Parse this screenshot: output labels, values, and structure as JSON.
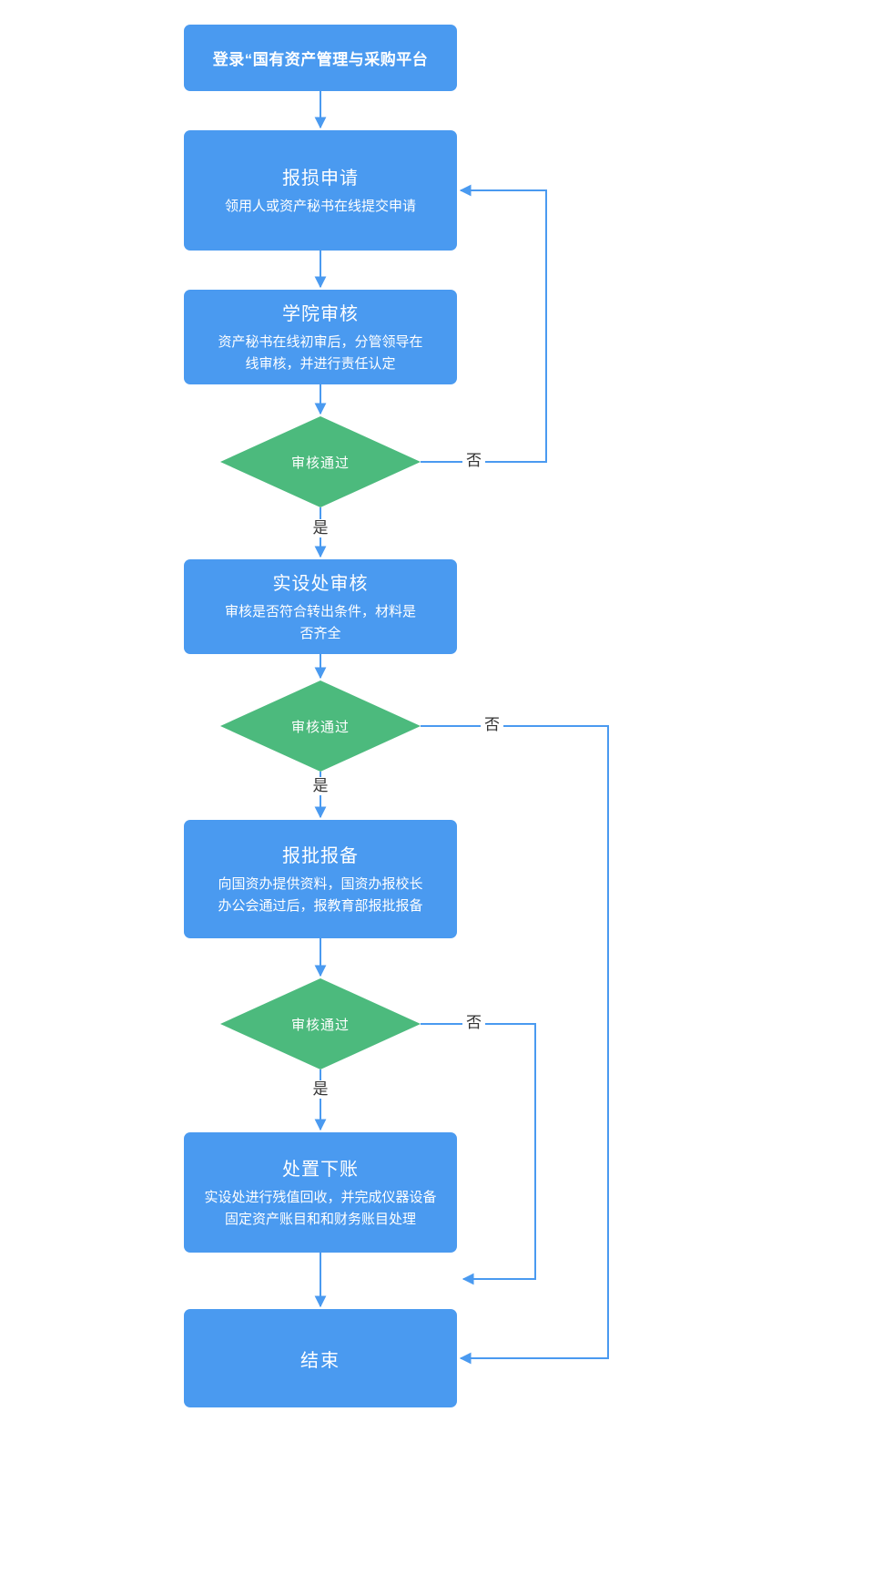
{
  "colors": {
    "process_fill": "#4a9af0",
    "decision_fill": "#4cba7d",
    "connector": "#4a9af0",
    "node_text": "#ffffff",
    "branch_label_text": "#333333",
    "background": "#ffffff"
  },
  "nodes": [
    {
      "id": "start",
      "type": "process",
      "title": "登录“国有资产管理与采购平台",
      "subtitle": ""
    },
    {
      "id": "damage-report",
      "type": "process",
      "title": "报损申请",
      "subtitle": "领用人或资产秘书在线提交申请"
    },
    {
      "id": "college-review",
      "type": "process",
      "title": "学院审核",
      "subtitle": "资产秘书在线初审后，分管领导在\n线审核，并进行责任认定"
    },
    {
      "id": "decision-1",
      "type": "decision",
      "title": "审核通过"
    },
    {
      "id": "office-review",
      "type": "process",
      "title": "实设处审核",
      "subtitle": "审核是否符合转出条件，材料是\n否齐全"
    },
    {
      "id": "decision-2",
      "type": "decision",
      "title": "审核通过"
    },
    {
      "id": "approval-filing",
      "type": "process",
      "title": "报批报备",
      "subtitle": "向国资办提供资料，国资办报校长\n办公会通过后，报教育部报批报备"
    },
    {
      "id": "decision-3",
      "type": "decision",
      "title": "审核通过"
    },
    {
      "id": "disposal",
      "type": "process",
      "title": "处置下账",
      "subtitle": "实设处进行残值回收，并完成仪器设备\n固定资产账目和和财务账目处理"
    },
    {
      "id": "end",
      "type": "terminal",
      "title": "结束"
    }
  ],
  "branch": {
    "yes": "是",
    "no": "否"
  }
}
